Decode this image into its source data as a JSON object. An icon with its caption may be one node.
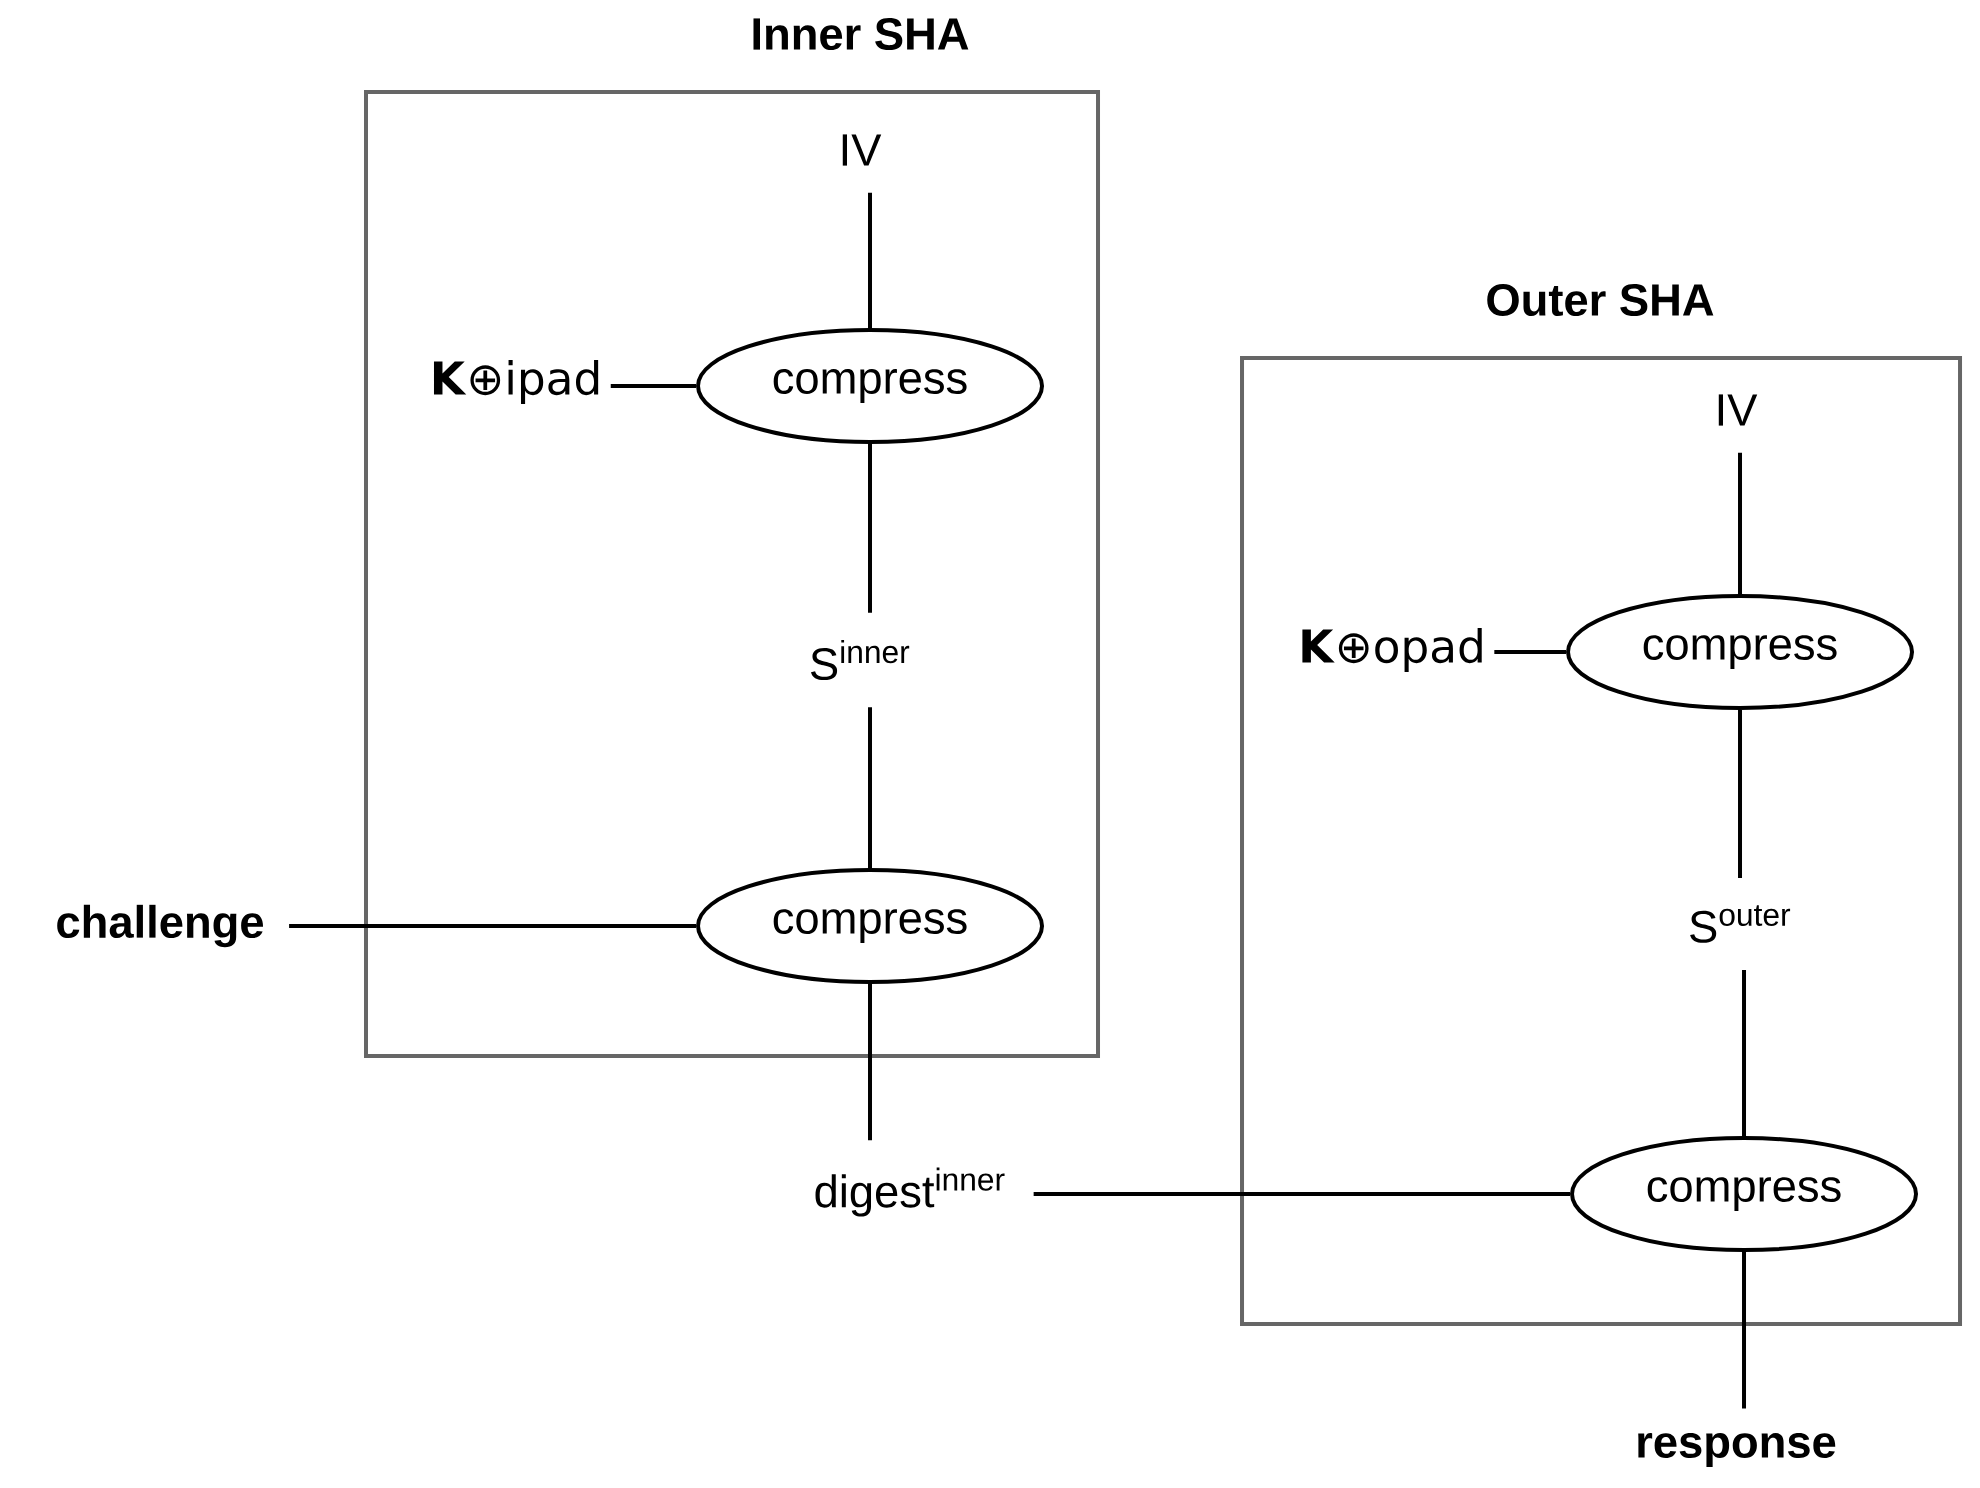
{
  "diagram": {
    "nodes": [
      {
        "text": [
          "Inner SHA"
        ]
      },
      {
        "text": [
          "IV"
        ],
        "in": 0
      },
      {
        "text": [
          "**K**⊕ipad"
        ],
        "in": 0
      },
      {
        "text": [
          "compress"
        ],
        "in": 0
      },
      {
        "text": [
          "S$^{inner}$"
        ],
        "in": 0
      },
      {
        "text": [
          "compress"
        ],
        "in": 0
      },
      {
        "text": [
          "Outer SHA"
        ]
      },
      {
        "text": [
          "IV"
        ],
        "in": 6
      },
      {
        "text": [
          "**K**⊕opad"
        ],
        "in": 6
      },
      {
        "text": [
          "compress"
        ],
        "in": 6
      },
      {
        "text": [
          "S$^{outer}$"
        ],
        "in": 6
      },
      {
        "text": [
          "compress"
        ],
        "in": 6
      },
      {
        "text": [
          "challenge"
        ]
      },
      {
        "text": [
          "digest$^{inner}$"
        ]
      },
      {
        "text": [
          "response"
        ]
      }
    ],
    "edges": [
      {
        "from": 1,
        "to": 3,
        "arrow": "none"
      },
      {
        "from": 2,
        "to": 3,
        "arrow": "none"
      },
      {
        "from": 3,
        "to": 4,
        "arrow": "none"
      },
      {
        "from": 4,
        "to": 5,
        "arrow": "none"
      },
      {
        "from": 12,
        "to": 5,
        "arrow": "none"
      },
      {
        "from": 5,
        "to": 13,
        "arrow": "none"
      },
      {
        "from": 13,
        "to": 11,
        "arrow": "none"
      },
      {
        "from": 7,
        "to": 9,
        "arrow": "none"
      },
      {
        "from": 8,
        "to": 9,
        "arrow": "none"
      },
      {
        "from": 9,
        "to": 10,
        "arrow": "none"
      },
      {
        "from": 10,
        "to": 11,
        "arrow": "none"
      },
      {
        "from": 11,
        "to": 14,
        "arrow": "none"
      }
    ]
  }
}
